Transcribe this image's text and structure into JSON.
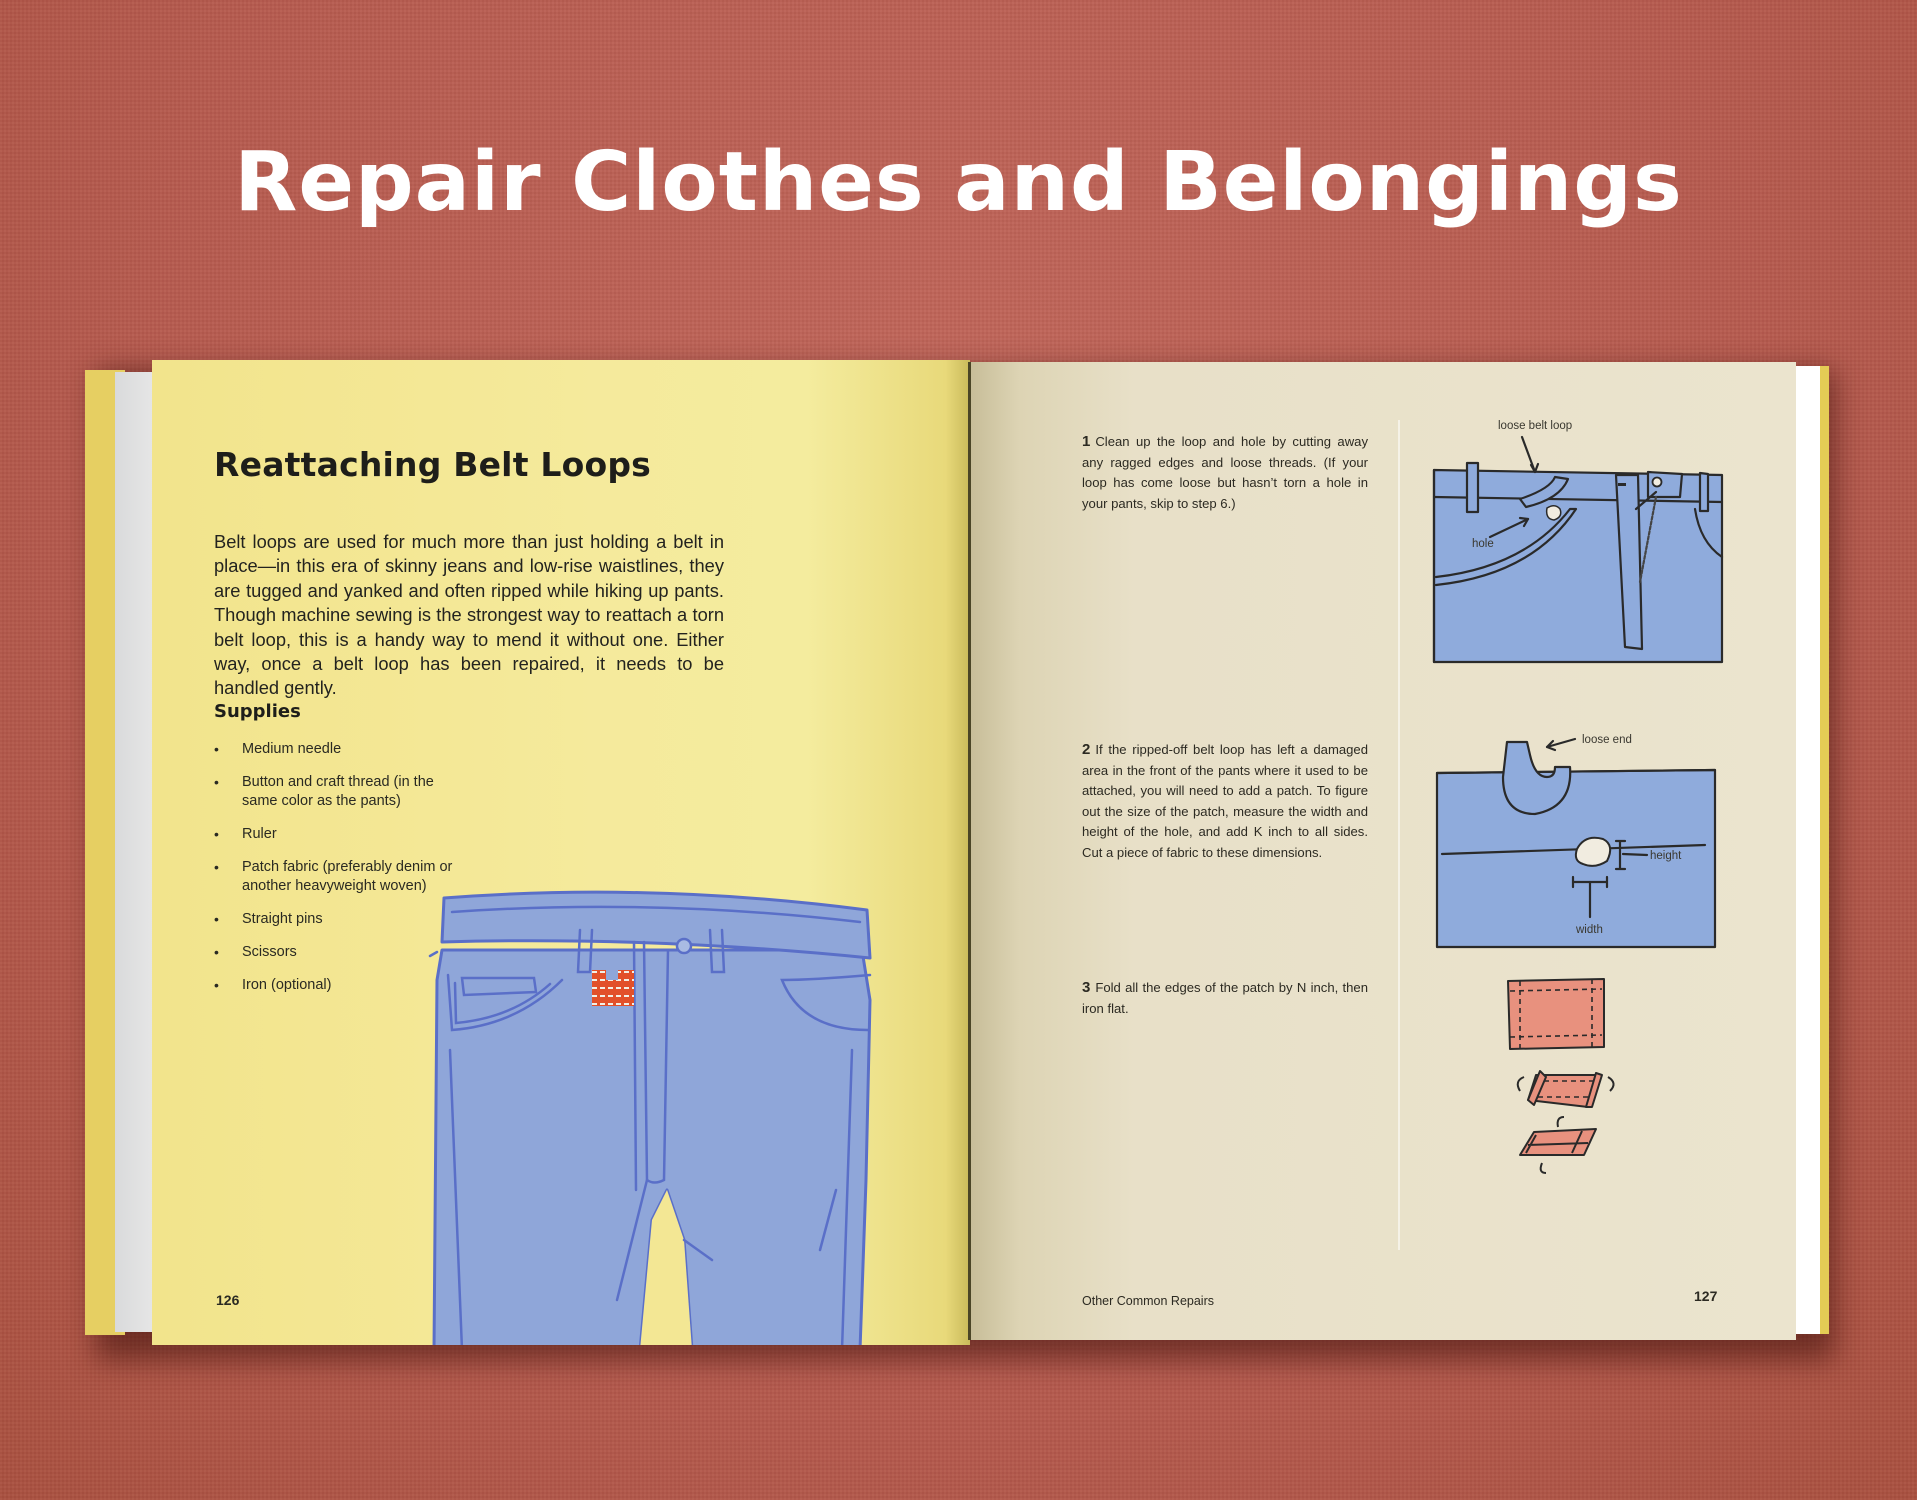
{
  "banner": {
    "title": "Repair Clothes and Belongings"
  },
  "colors": {
    "background": "#b85a4e",
    "left_page": "#f4e99a",
    "right_page": "#ebe4ce",
    "denim": "#8fa8d8",
    "denim_outline": "#5a6fc8",
    "patch": "#e8917e",
    "patch_stitch": "#e2502a"
  },
  "left_page": {
    "title": "Reattaching Belt Loops",
    "intro": "Belt loops are used for much more than just holding a belt in place—in this era of skinny jeans and low-rise waistlines, they are tugged and yanked and often ripped while hiking up pants. Though machine sewing is the strongest way to reattach a torn belt loop, this is a handy way to mend it without one. Either way, once a belt loop has been repaired, it needs to be handled gently.",
    "supplies_heading": "Supplies",
    "bullet": "•",
    "supplies": [
      "Medium needle",
      "Button and craft thread (in the same color as the pants)",
      "Ruler",
      "Patch fabric (preferably denim or another heavyweight woven)",
      "Straight pins",
      "Scissors",
      "Iron (optional)"
    ],
    "illustration": "jeans-with-patch-illustration",
    "page_number": "126"
  },
  "right_page": {
    "steps": [
      {
        "number": "1",
        "text": "Clean up the loop and hole by cutting away any ragged edges and loose threads. (If your loop has come loose but hasn’t torn a hole in your pants, skip to step 6.)"
      },
      {
        "number": "2",
        "text": "If the ripped-off belt loop has left a damaged area in the front of the pants where it used to be attached, you will need to add a patch. To figure out the size of the patch, measure the width and height of the hole, and add K inch to all sides. Cut a piece of fabric to these dimensions."
      },
      {
        "number": "3",
        "text": "Fold all the edges of the patch by N inch, then iron flat."
      }
    ],
    "figures": {
      "fig1": {
        "label_loop": "loose belt loop",
        "label_hole": "hole"
      },
      "fig2": {
        "label_end": "loose end",
        "label_height": "height",
        "label_width": "width"
      },
      "fig3": {
        "caption": "patch-folding-steps"
      }
    },
    "footer": "Other Common Repairs",
    "page_number": "127"
  }
}
